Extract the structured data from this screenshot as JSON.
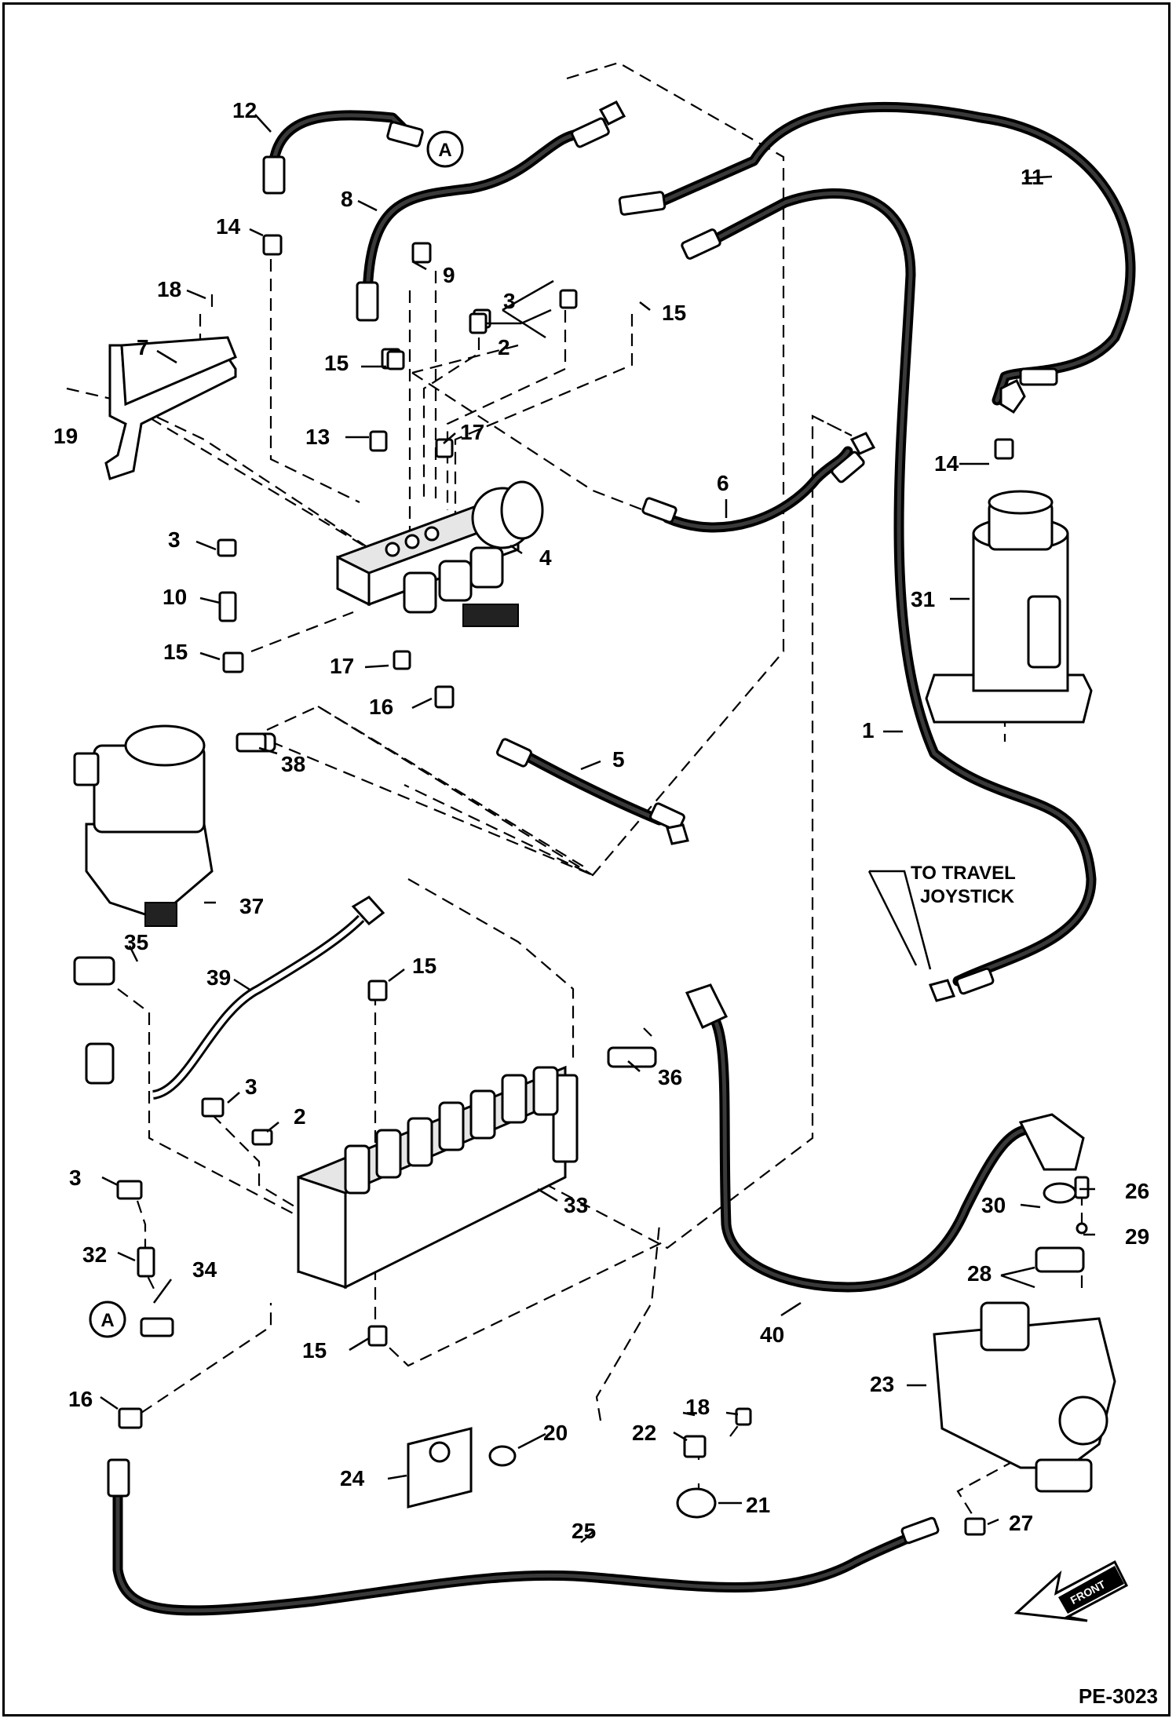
{
  "drawing_code": "PE-3023",
  "notes": {
    "travel_joystick_line1": "TO TRAVEL",
    "travel_joystick_line2": "JOYSTICK",
    "front_arrow": "FRONT"
  },
  "callouts": {
    "c1": "1",
    "c2a": "2",
    "c2b": "2",
    "c3a": "3",
    "c3b": "3",
    "c3c": "3",
    "c3d": "3",
    "c4": "4",
    "c5": "5",
    "c6": "6",
    "c7": "7",
    "c8": "8",
    "c9": "9",
    "c10": "10",
    "c11": "11",
    "c12": "12",
    "c13": "13",
    "c14a": "14",
    "c14b": "14",
    "c15a": "15",
    "c15b": "15",
    "c15c": "15",
    "c15d": "15",
    "c15e": "15",
    "c16a": "16",
    "c16b": "16",
    "c17a": "17",
    "c17b": "17",
    "c18a": "18",
    "c18b": "18",
    "c19": "19",
    "c20": "20",
    "c21": "21",
    "c22": "22",
    "c23": "23",
    "c24": "24",
    "c25": "25",
    "c26": "26",
    "c27": "27",
    "c28": "28",
    "c29": "29",
    "c30": "30",
    "c31": "31",
    "c32": "32",
    "c33": "33",
    "c34": "34",
    "c35": "35",
    "c36": "36",
    "c37": "37",
    "c38": "38",
    "c39": "39",
    "c40": "40",
    "refA1": "A",
    "refA2": "A"
  }
}
